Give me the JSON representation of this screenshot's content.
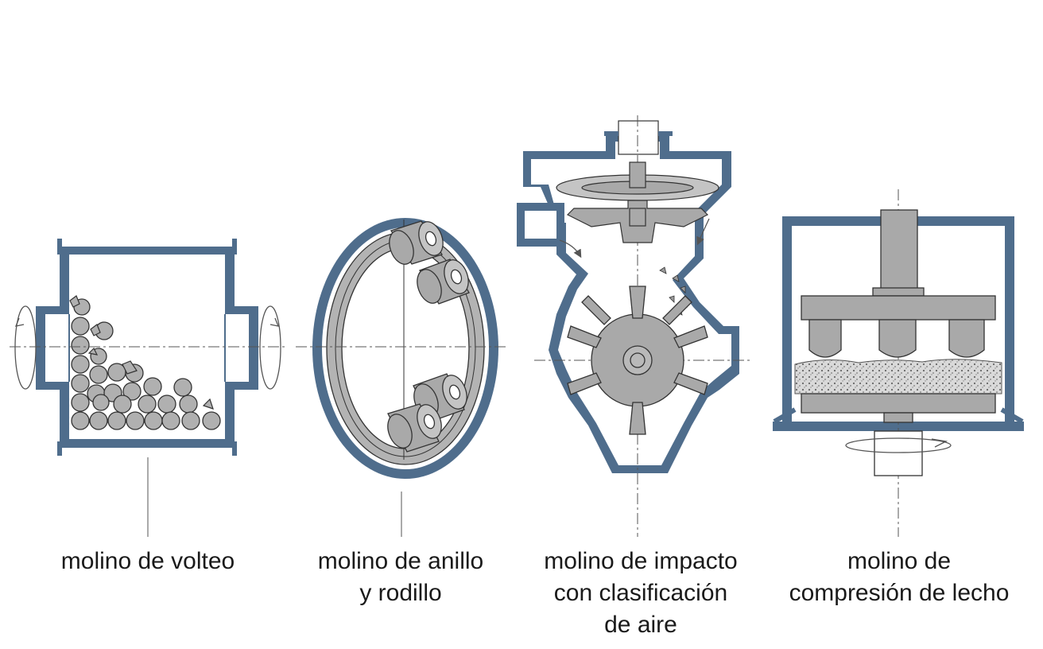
{
  "colors": {
    "shell": "#4f6d8c",
    "shell_fill": "#ffffff",
    "metal": "#a9a9a9",
    "metal_light": "#c4c4c4",
    "line": "#333333",
    "center_line": "#555555"
  },
  "mills": [
    {
      "id": "tumbling",
      "icon": "tumbling-mill-icon",
      "lines": [
        "molino de volteo"
      ]
    },
    {
      "id": "ring-roller",
      "icon": "ring-roller-mill-icon",
      "lines": [
        "molino de anillo",
        "y rodillo"
      ]
    },
    {
      "id": "impact",
      "icon": "impact-air-classifier-mill-icon",
      "lines": [
        "molino de impacto",
        "con clasificación",
        "de aire"
      ]
    },
    {
      "id": "bed-compression",
      "icon": "bed-compression-mill-icon",
      "lines": [
        "molino de",
        "compresión de lecho"
      ]
    }
  ]
}
